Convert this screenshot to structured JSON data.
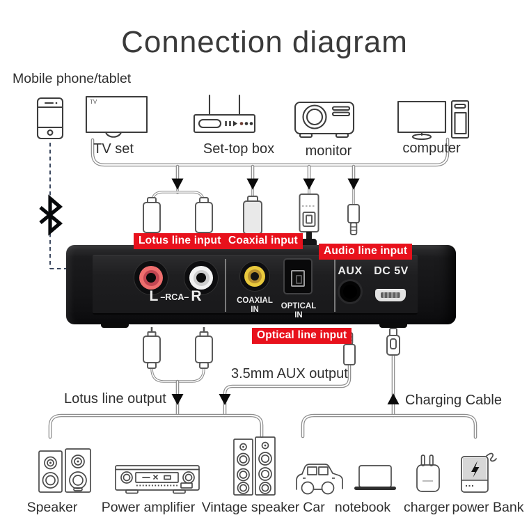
{
  "colors": {
    "label_red": "#e8111c",
    "rca_red": "#ef6e6e",
    "rca_red_inner": "#c24652",
    "rca_white": "#f2f2f2",
    "rca_white_inner": "#cfcfcf",
    "coax_yellow": "#e9c93c",
    "coax_yellow_inner": "#b9912f",
    "cable_gray": "#8d8d8d"
  },
  "title": "Connection diagram",
  "source": {
    "label": "Mobile phone/tablet"
  },
  "tv_badge": "TV",
  "top_devices": [
    {
      "label": "TV set"
    },
    {
      "label": "Set-top box"
    },
    {
      "label": "monitor"
    },
    {
      "label": "computer"
    }
  ],
  "input_tags": {
    "lotus": "Lotus line input",
    "coaxial": "Coaxial input",
    "audio": "Audio line input",
    "optical": "Optical line input"
  },
  "device": {
    "rca_left": "L",
    "rca_mid": "–RCA–",
    "rca_right": "R",
    "coaxial_line1": "COAXIAL",
    "coaxial_line2": "IN",
    "optical_line1": "OPTICAL",
    "optical_line2": "IN",
    "aux": "AUX",
    "dc": "DC 5V"
  },
  "outputs": {
    "lotus": "Lotus line output",
    "aux": "3.5mm AUX output",
    "charging": "Charging Cable"
  },
  "bottom_devices": [
    {
      "label": "Speaker"
    },
    {
      "label": "Power amplifier"
    },
    {
      "label": "Vintage speaker"
    },
    {
      "label": "Car"
    },
    {
      "label": "notebook"
    },
    {
      "label": "charger"
    },
    {
      "label": "power Bank"
    }
  ],
  "icons": [
    "smartphone-icon",
    "bluetooth-icon",
    "tv-icon",
    "set-top-box-icon",
    "projector-icon",
    "desktop-computer-icon",
    "rca-plug-icon",
    "coaxial-plug-icon",
    "optical-plug-icon",
    "aux-plug-icon",
    "usb-plug-icon",
    "arrow-icon",
    "speaker-icon",
    "power-amplifier-icon",
    "vintage-speaker-icon",
    "car-icon",
    "notebook-icon",
    "charger-icon",
    "power-bank-icon"
  ]
}
